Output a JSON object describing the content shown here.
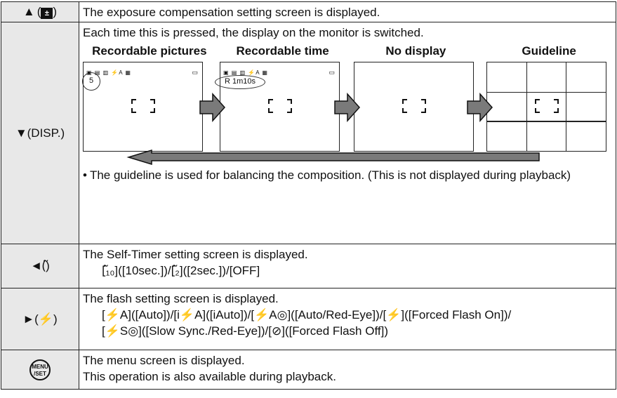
{
  "rows": {
    "up": {
      "key_arrow": "▲",
      "key_icon": "exposure-compensation-icon",
      "text": "The exposure compensation setting screen is displayed."
    },
    "down": {
      "key_label": "▼(DISP.)",
      "intro": "Each time this is pressed, the display on the monitor is switched.",
      "modes": [
        {
          "label": "Recordable pictures",
          "screen_value": "5"
        },
        {
          "label": "Recordable time",
          "screen_value": "R 1m10s"
        },
        {
          "label": "No display"
        },
        {
          "label": "Guideline"
        }
      ],
      "note_bullet": "•",
      "note": "The guideline is used for balancing the composition. (This is not displayed during playback)"
    },
    "left": {
      "key_label": "◄(ᰲ)",
      "text": "The Self-Timer setting screen is displayed.",
      "options": "[ᰲ₁₀]([10sec.])/[ᰲ₂]([2sec.])/[OFF]"
    },
    "right": {
      "key_label": "►(⚡)",
      "text": "The flash setting screen is displayed.",
      "options_line1": "[⚡A]([Auto])/[i⚡A]([iAuto])/[⚡A◎]([Auto/Red-Eye])/[⚡]([Forced Flash On])/",
      "options_line2": "[⚡S◎]([Slow Sync./Red-Eye])/[⊘]([Forced Flash Off])"
    },
    "menu": {
      "key_line1": "MENU",
      "key_line2": "/SET",
      "text_line1": "The menu screen is displayed.",
      "text_line2": "This operation is also available during playback."
    }
  },
  "icons": {
    "screen_status": "▣ ▤ ▥ ⚡A ▦",
    "battery": "▭"
  }
}
